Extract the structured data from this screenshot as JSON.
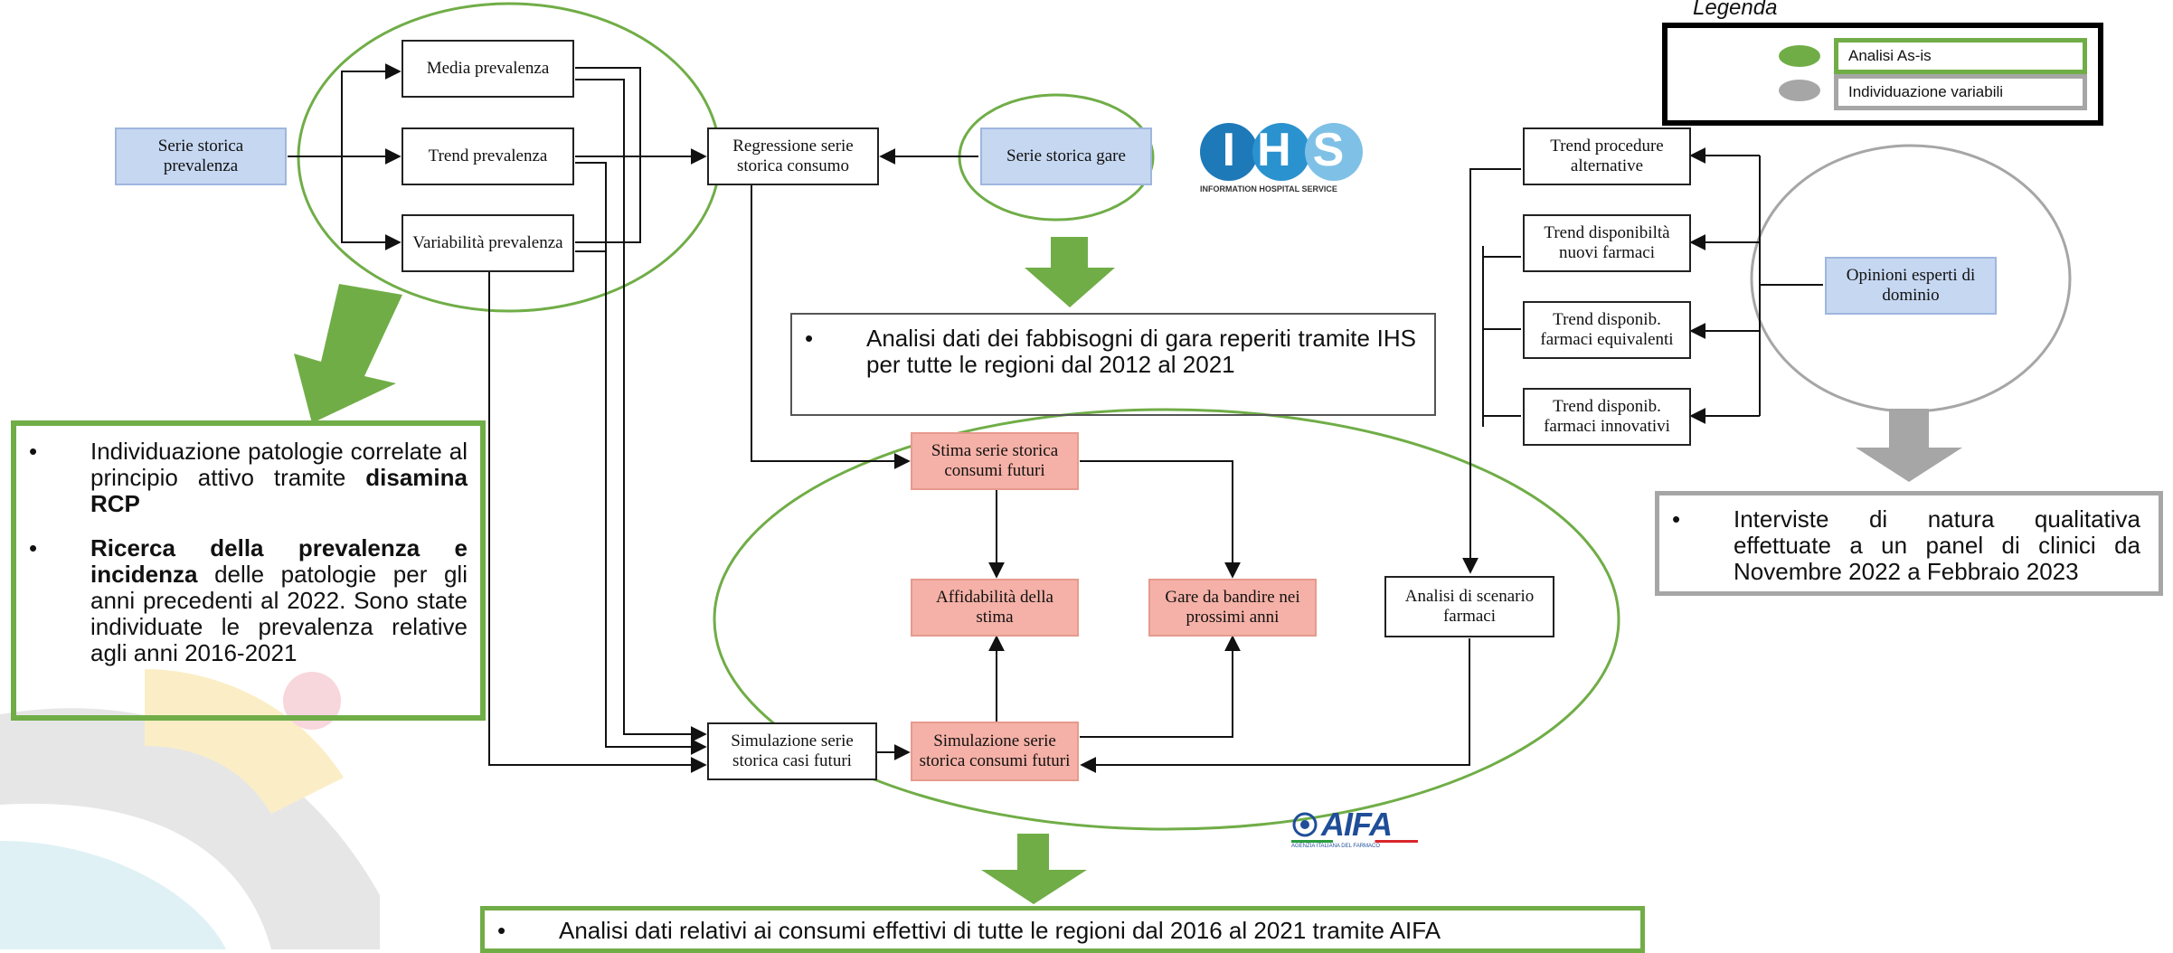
{
  "colors": {
    "green_accent": "#70ad47",
    "gray_accent": "#a6a6a6",
    "node_blue": "#c6d7f1",
    "node_pink": "#f5b1a7",
    "ihs_blue": "#1e79b9"
  },
  "nodes": {
    "serie_storica_prevalenza": "Serie storica prevalenza",
    "media_prevalenza": "Media prevalenza",
    "trend_prevalenza": "Trend prevalenza",
    "variabilita_prevalenza": "Variabilità prevalenza",
    "regressione": "Regressione serie storica consumo",
    "serie_storica_gare": "Serie storica gare",
    "stima_serie": "Stima serie storica consumi futuri",
    "affidabilita": "Affidabilità della stima",
    "gare_da_bandire": "Gare da bandire nei prossimi anni",
    "simulazione_casi": "Simulazione serie storica casi futuri",
    "simulazione_consumi": "Simulazione serie storica consumi futuri",
    "trend_procedure": "Trend procedure alternative",
    "trend_nuovi": "Trend disponibiltà nuovi farmaci",
    "trend_equivalenti": "Trend disponib. farmaci equivalenti",
    "trend_innovativi": "Trend disponib. farmaci innovativi",
    "opinioni_esperti": "Opinioni esperti di dominio",
    "analisi_scenario": "Analisi di scenario farmaci"
  },
  "notes": {
    "left_item1_text": "Individuazione patologie correlate al principio attivo tramite ",
    "left_item1_bold": "disamina RCP",
    "left_item2_bold": "Ricerca della prevalenza e incidenza",
    "left_item2_text": " delle patologie per gli anni precedenti al 2022. Sono state individuate le prevalenza relative agli anni 2016-2021",
    "ihs_note": "Analisi dati dei fabbisogni di gara reperiti tramite IHS per tutte le regioni dal 2012 al 2021",
    "expert_note": "Interviste di natura qualitativa effettuate a un panel di clinici da Novembre 2022 a Febbraio 2023",
    "aifa_note": "Analisi dati relativi ai consumi effettivi di tutte le regioni dal 2016 al 2021 tramite AIFA"
  },
  "legend": {
    "title": "Legenda",
    "items": [
      {
        "label": "Analisi As-is",
        "color": "#70ad47"
      },
      {
        "label": "Individuazione variabili",
        "color": "#a6a6a6"
      }
    ]
  },
  "logos": {
    "ihs_text": "INFORMATION HOSPITAL SERVICE",
    "ihs_letters": "IHS",
    "aifa_text": "AIFA",
    "aifa_subtext": "AGENZIA ITALIANA DEL FARMACO"
  }
}
